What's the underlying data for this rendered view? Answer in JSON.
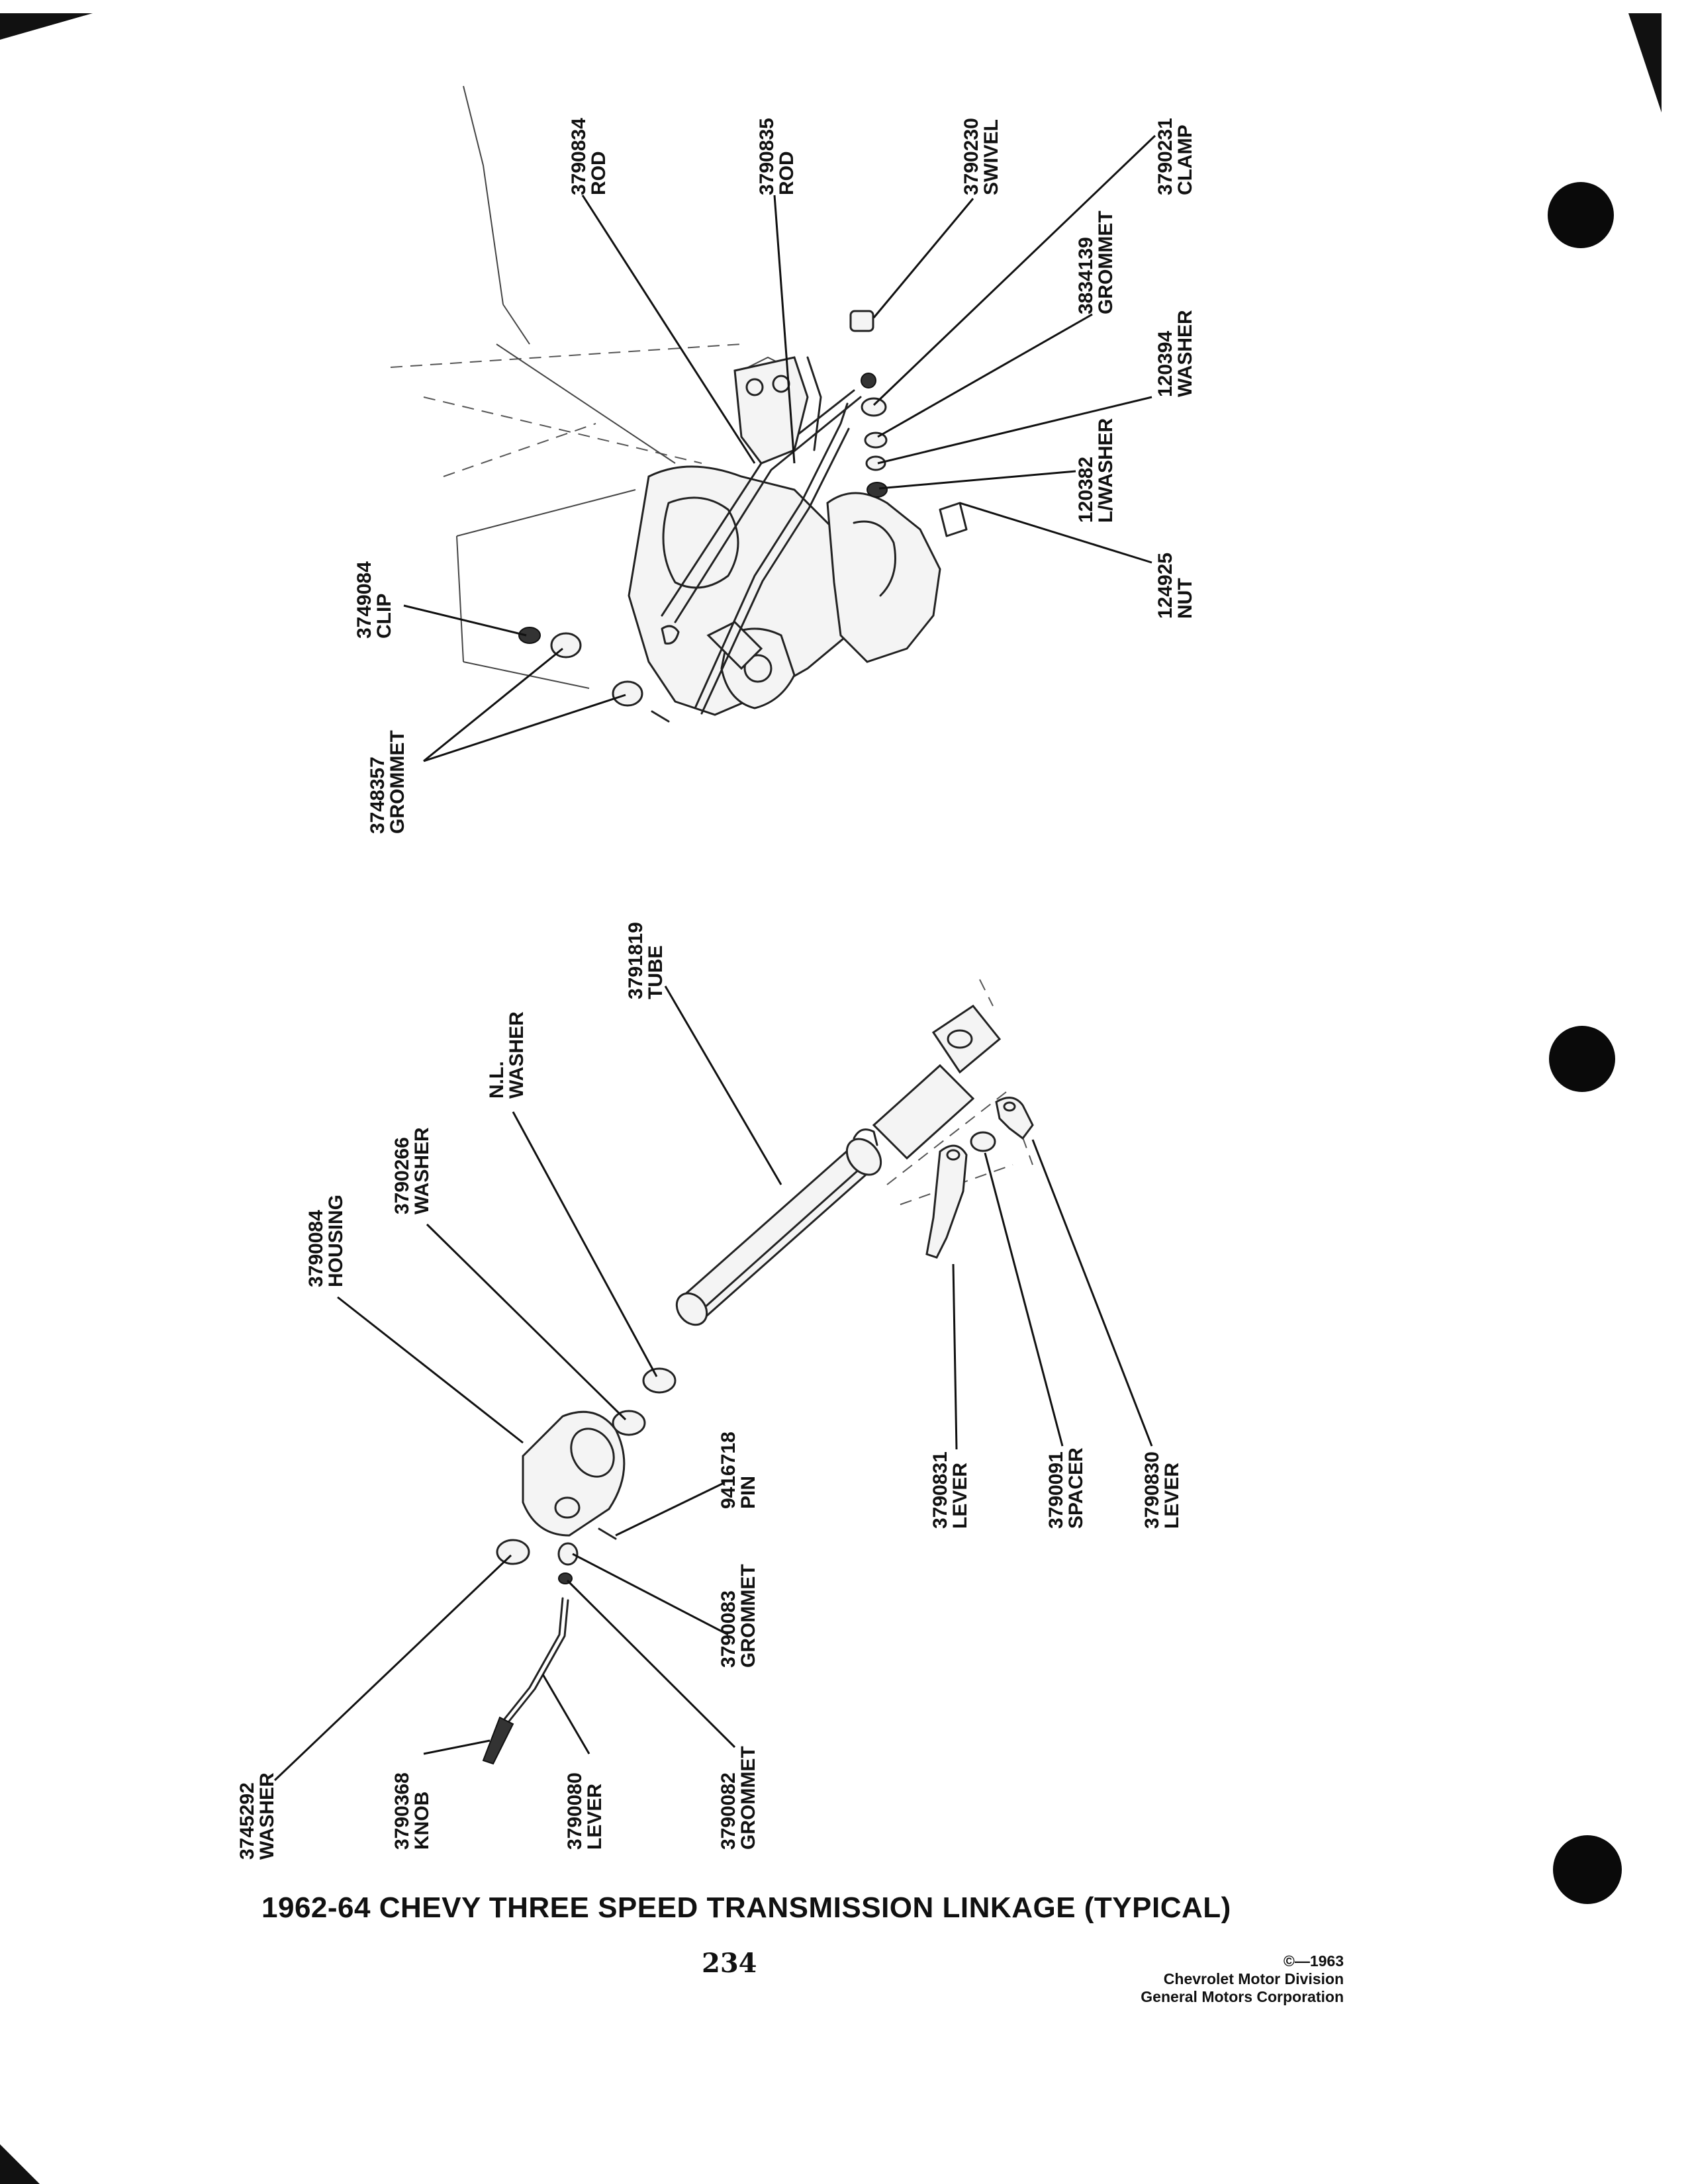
{
  "caption": "1962-64 CHEVY THREE SPEED TRANSMISSION LINKAGE (TYPICAL)",
  "page_number": "234",
  "copyright": {
    "line1": "©—1963",
    "line2": "Chevrolet Motor Division",
    "line3": "General Motors Corporation"
  },
  "parts": [
    {
      "id": "p3790834",
      "number": "3790834",
      "name": "ROD"
    },
    {
      "id": "p3790835",
      "number": "3790835",
      "name": "ROD"
    },
    {
      "id": "p3790230",
      "number": "3790230",
      "name": "SWIVEL"
    },
    {
      "id": "p3790231",
      "number": "3790231",
      "name": "CLAMP"
    },
    {
      "id": "p3834139",
      "number": "3834139",
      "name": "GROMMET"
    },
    {
      "id": "p120394",
      "number": "120394",
      "name": "WASHER"
    },
    {
      "id": "p120382",
      "number": "120382",
      "name": "L/WASHER"
    },
    {
      "id": "p124925",
      "number": "124925",
      "name": "NUT"
    },
    {
      "id": "p3749084",
      "number": "3749084",
      "name": "CLIP"
    },
    {
      "id": "p3748357",
      "number": "3748357",
      "name": "GROMMET"
    },
    {
      "id": "p3791819",
      "number": "3791819",
      "name": "TUBE"
    },
    {
      "id": "pNL",
      "number": "N.L.",
      "name": "WASHER"
    },
    {
      "id": "p3790266",
      "number": "3790266",
      "name": "WASHER"
    },
    {
      "id": "p3790084",
      "number": "3790084",
      "name": "HOUSING"
    },
    {
      "id": "p9416718",
      "number": "9416718",
      "name": "PIN"
    },
    {
      "id": "p3790831",
      "number": "3790831",
      "name": "LEVER"
    },
    {
      "id": "p3790091",
      "number": "3790091",
      "name": "SPACER"
    },
    {
      "id": "p3790830",
      "number": "3790830",
      "name": "LEVER"
    },
    {
      "id": "p3790083",
      "number": "3790083",
      "name": "GROMMET"
    },
    {
      "id": "p3745292",
      "number": "3745292",
      "name": "WASHER"
    },
    {
      "id": "p3790368",
      "number": "3790368",
      "name": "KNOB"
    },
    {
      "id": "p3790080",
      "number": "3790080",
      "name": "LEVER"
    },
    {
      "id": "p3790082",
      "number": "3790082",
      "name": "GROMMET"
    }
  ]
}
